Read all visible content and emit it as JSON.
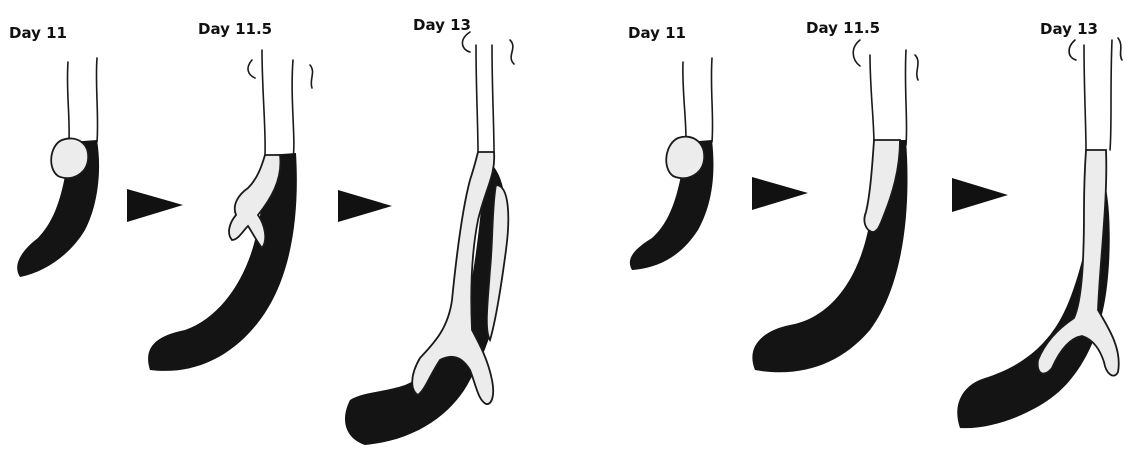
{
  "labels": {
    "p1": "Day 11",
    "p2": "Day 11.5",
    "p3": "Day 13",
    "p4": "Day 11",
    "p5": "Day 11.5",
    "p6": "Day 13"
  },
  "arrows": {
    "count": 4,
    "icon": "triangle-right"
  },
  "colors": {
    "dark_region": "#141414",
    "stippled_region": "#ececec",
    "outline": "#1a1a1a"
  }
}
